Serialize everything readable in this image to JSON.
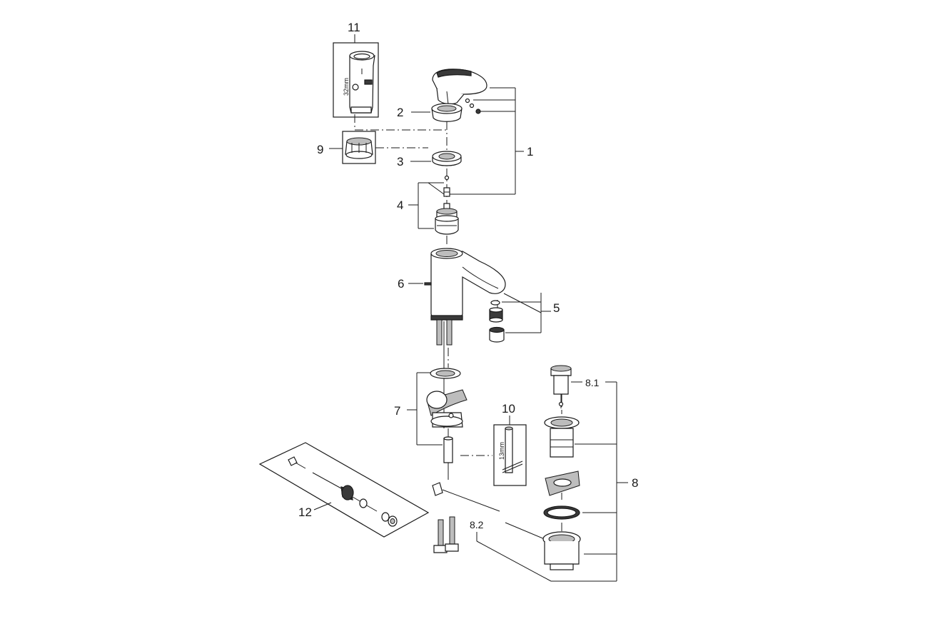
{
  "callouts": {
    "c1": "1",
    "c2": "2",
    "c3": "3",
    "c4": "4",
    "c5": "5",
    "c6": "6",
    "c7": "7",
    "c8": "8",
    "c8_1": "8.1",
    "c8_2": "8.2",
    "c9": "9",
    "c10": "10",
    "c11": "11",
    "c12": "12"
  },
  "dimensions": {
    "tool11": "32mm",
    "tool10": "13mm"
  }
}
